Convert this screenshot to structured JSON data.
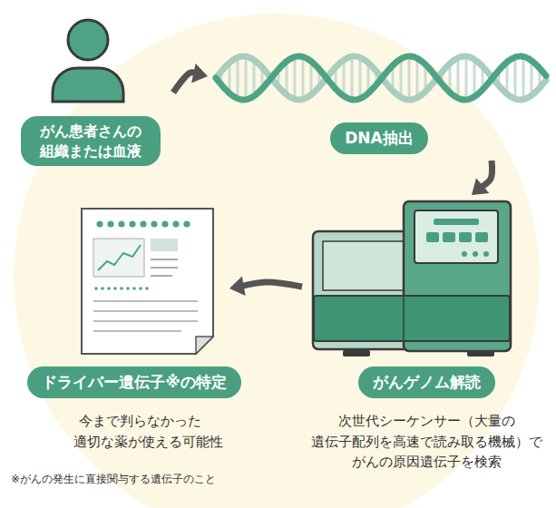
{
  "diagram": {
    "nodes": [
      {
        "text": [
          "がん患者さんの 組織または血液"
        ]
      },
      {
        "text": [
          "DNA抽出"
        ]
      },
      {
        "text": [
          "がんゲノム解読",
          "次世代シーケンサー（大量の 遺伝子配列を高速で読み取る機械）で がんの原因遺伝子を検索"
        ]
      },
      {
        "text": [
          "ドライバー遺伝子※の特定",
          "今まで判らなかった 適切な薬が使える可能性"
        ]
      }
    ],
    "edges": [
      {
        "from": 0,
        "to": 1,
        "arrow": "to"
      },
      {
        "from": 1,
        "to": 2,
        "arrow": "to"
      },
      {
        "from": 2,
        "to": 3,
        "arrow": "to"
      }
    ],
    "labels": [
      "※がんの発生に直接関与する遺伝子のこと"
    ]
  }
}
